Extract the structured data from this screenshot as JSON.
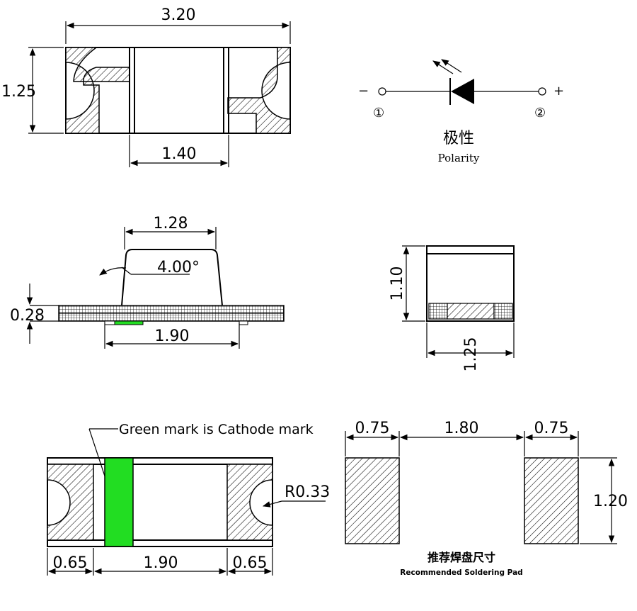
{
  "top_view": {
    "width": "3.20",
    "height": "1.25",
    "inner_width": "1.40"
  },
  "polarity": {
    "minus": "−",
    "plus": "+",
    "pin1": "①",
    "pin2": "②",
    "title_cn": "极性",
    "title_en": "Polarity"
  },
  "side_view": {
    "top_width": "1.28",
    "angle": "4.00°",
    "board_thickness": "0.28",
    "bottom_width": "1.90",
    "mark_color": "#22dd22"
  },
  "end_view": {
    "height": "1.10",
    "width": "1.25"
  },
  "bottom_view": {
    "callout": "Green mark is Cathode mark",
    "radius": "R0.33",
    "left": "0.65",
    "middle": "1.90",
    "right": "0.65",
    "mark_color": "#22dd22"
  },
  "pad": {
    "left_width": "0.75",
    "gap": "1.80",
    "right_width": "0.75",
    "height": "1.20",
    "title_cn": "推荐焊盘尺寸",
    "title_en": "Recommended Soldering Pad"
  }
}
